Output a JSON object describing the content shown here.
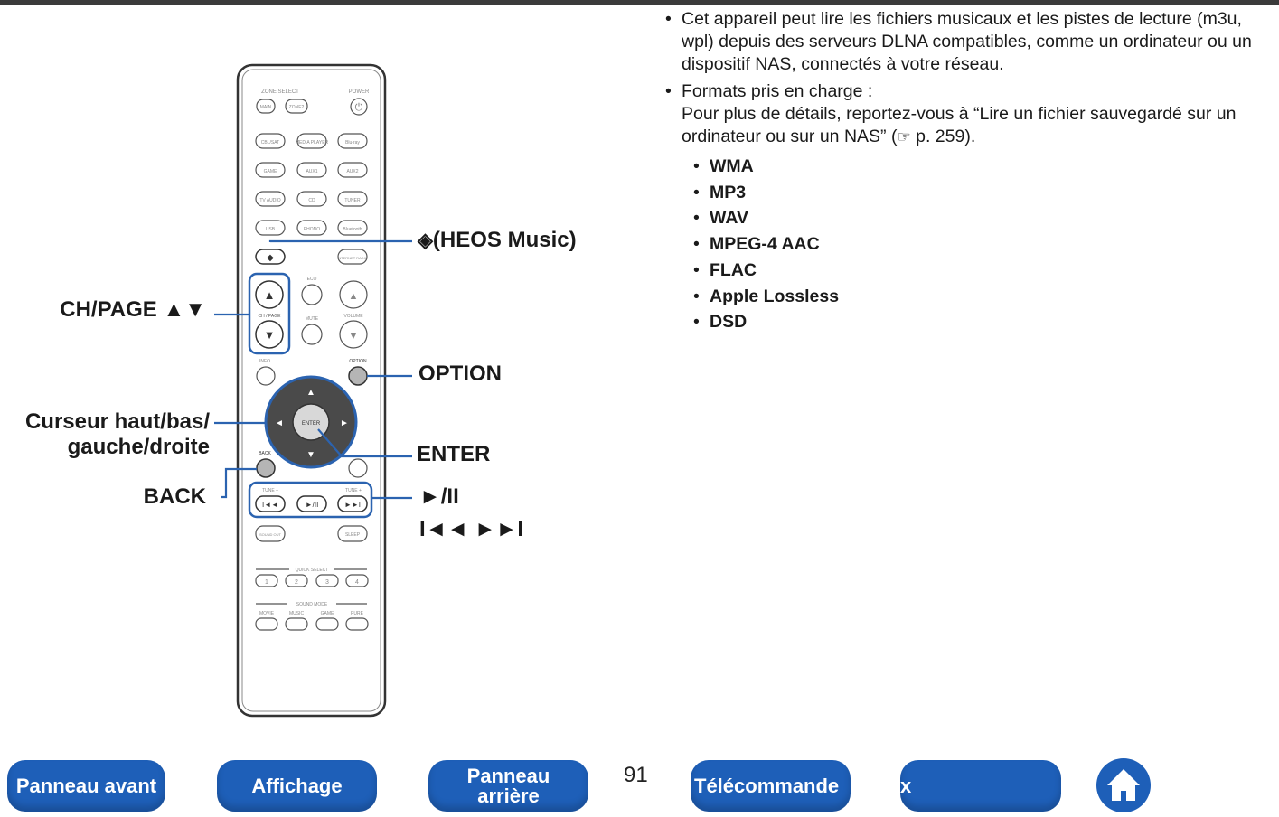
{
  "right_column": {
    "bullet_1": "Cet appareil peut lire les fichiers musicaux et les pistes de lecture (m3u, wpl) depuis des serveurs DLNA compatibles, comme un ordinateur ou un dispositif NAS, connectés à votre réseau.",
    "bullet_2_title": "Formats pris en charge :",
    "bullet_2_text_a": "Pour plus de détails, reportez-vous à “Lire un fichier sauvegardé sur un ordinateur ou sur un NAS” (",
    "bullet_2_text_b": " p. 259).",
    "formats": [
      "WMA",
      "MP3",
      "WAV",
      "MPEG-4 AAC",
      "FLAC",
      "Apple Lossless",
      "DSD"
    ]
  },
  "remote_labels": {
    "heos": "(HEOS Music)",
    "ch_page": "CH/PAGE ▲▼",
    "option": "OPTION",
    "cursor_line1": "Curseur haut/bas/",
    "cursor_line2": "gauche/droite",
    "enter": "ENTER",
    "back": "BACK",
    "play_pause": "►/II",
    "skip": "I◄◄ ►►I"
  },
  "remote_printed": {
    "zone_select": "ZONE SELECT",
    "power": "POWER",
    "main": "MAIN",
    "zone2": "ZONE2",
    "row1": [
      "CBL/SAT",
      "MEDIA PLAYER",
      "Blu-ray"
    ],
    "row2": [
      "GAME",
      "AUX1",
      "AUX2"
    ],
    "row3": [
      "TV AUDIO",
      "CD",
      "TUNER"
    ],
    "row4": [
      "USB",
      "PHONO",
      "Bluetooth"
    ],
    "internet_radio": "INTERNET RADIO",
    "eco": "ECO",
    "ch_page": "CH / PAGE",
    "mute": "MUTE",
    "volume": "VOLUME",
    "info": "INFO",
    "option": "OPTION",
    "enter": "ENTER",
    "back": "BACK",
    "tune_minus": "TUNE –",
    "tune_plus": "TUNE +",
    "sound_out": "SOUND OUT",
    "sleep": "SLEEP",
    "quick_select": "QUICK SELECT",
    "quick": [
      "1",
      "2",
      "3",
      "4"
    ],
    "sound_mode": "SOUND MODE",
    "modes": [
      "MOVIE",
      "MUSIC",
      "GAME",
      "PURE"
    ]
  },
  "nav": {
    "front": "Panneau avant",
    "display": "Affichage",
    "rear_1": "Panneau",
    "rear_2": "arrière",
    "page": "91",
    "remote": "Télécommande",
    "index": "x"
  },
  "colors": {
    "nav_blue": "#1e5fb8",
    "callout_blue": "#2b63b0",
    "top_bar": "#3b3b3b"
  }
}
